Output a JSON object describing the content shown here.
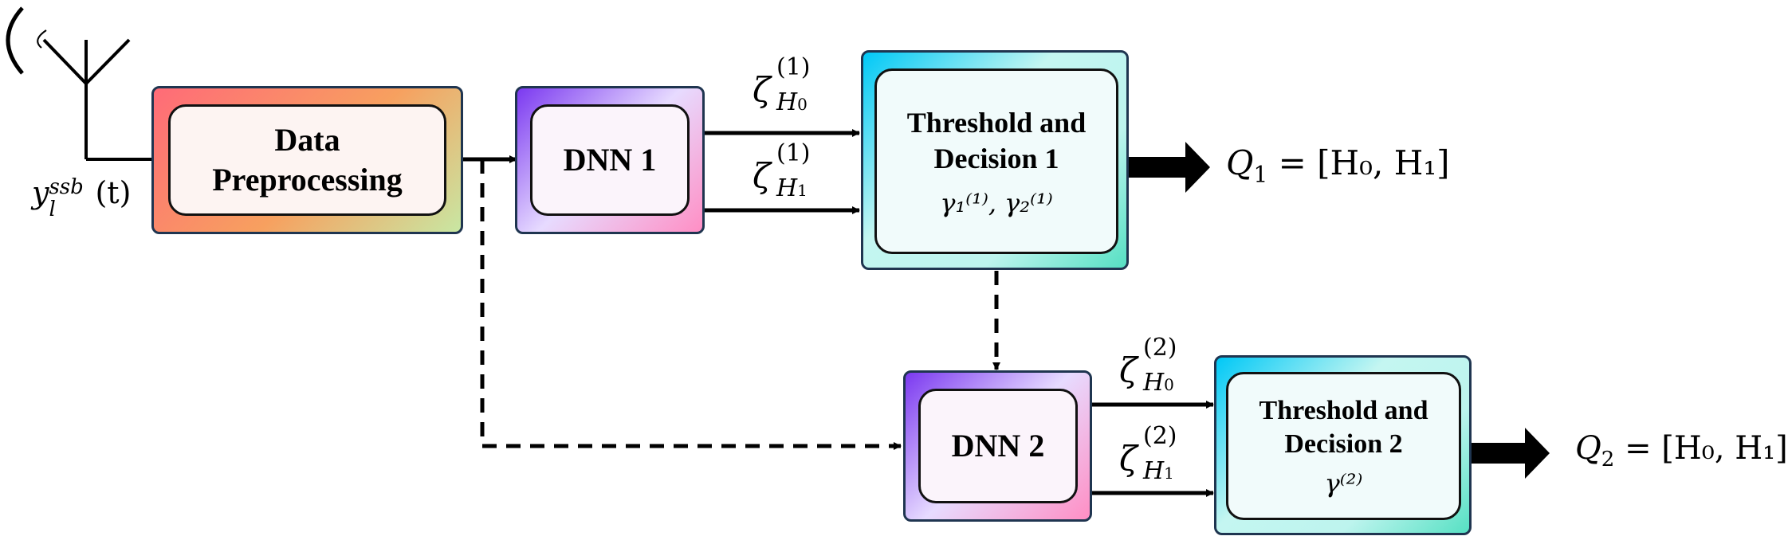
{
  "colors": {
    "preprocess_gradient": [
      "#ff6f73",
      "#f8a05c",
      "#c6e8a0"
    ],
    "dnn_gradient": [
      "#7d3bf2",
      "#e9dcff",
      "#ff8fc6"
    ],
    "threshold_gradient": [
      "#00c8f5",
      "#bff5f0",
      "#57e0c4"
    ],
    "border_outer": "#1f3550",
    "line": "#000000"
  },
  "antenna": {
    "signal_label": "y_l^{ssb}(t)",
    "signal_base": "y",
    "signal_sub": "l",
    "signal_sup": "ssb",
    "signal_arg": "(t)"
  },
  "blocks": {
    "preprocessing": {
      "title": "Data\nPreprocessing"
    },
    "dnn1": {
      "title": "DNN 1"
    },
    "dnn2": {
      "title": "DNN 2"
    },
    "decision1": {
      "title": "Threshold and\nDecision 1",
      "thresholds": "γ₁⁽¹⁾, γ₂⁽¹⁾"
    },
    "decision2": {
      "title": "Threshold and\nDecision 2",
      "thresholds": "γ⁽²⁾"
    }
  },
  "signals": {
    "dnn1_h0": {
      "sup": "(1)",
      "sub": "H",
      "subsub": "0"
    },
    "dnn1_h1": {
      "sup": "(1)",
      "sub": "H",
      "subsub": "1"
    },
    "dnn2_h0": {
      "sup": "(2)",
      "sub": "H",
      "subsub": "0"
    },
    "dnn2_h1": {
      "sup": "(2)",
      "sub": "H",
      "subsub": "1"
    }
  },
  "outputs": {
    "q1": {
      "name": "Q",
      "index": "1",
      "value": "= [H₀, H₁]"
    },
    "q2": {
      "name": "Q",
      "index": "2",
      "value": "= [H₀, H₁]"
    }
  }
}
